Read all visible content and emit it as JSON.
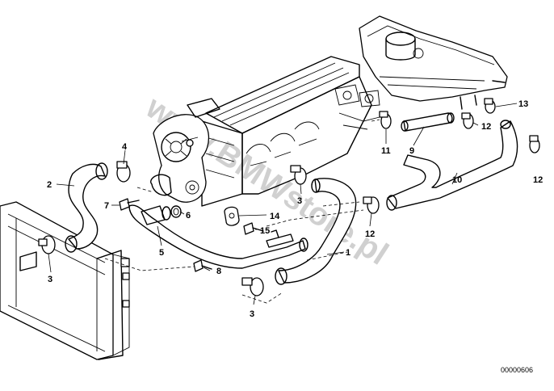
{
  "watermark": "www.BMWstore.pl",
  "reference_number": "00000606",
  "callouts": [
    {
      "id": "c1",
      "text": "1"
    },
    {
      "id": "c2",
      "text": "2"
    },
    {
      "id": "c3a",
      "text": "3"
    },
    {
      "id": "c3b",
      "text": "3"
    },
    {
      "id": "c3c",
      "text": "3"
    },
    {
      "id": "c4",
      "text": "4"
    },
    {
      "id": "c5",
      "text": "5"
    },
    {
      "id": "c6",
      "text": "6"
    },
    {
      "id": "c7",
      "text": "7"
    },
    {
      "id": "c8",
      "text": "8"
    },
    {
      "id": "c9",
      "text": "9"
    },
    {
      "id": "c10",
      "text": "10"
    },
    {
      "id": "c11",
      "text": "11"
    },
    {
      "id": "c12a",
      "text": "12"
    },
    {
      "id": "c12b",
      "text": "12"
    },
    {
      "id": "c12c",
      "text": "12"
    },
    {
      "id": "c13",
      "text": "13"
    },
    {
      "id": "c14",
      "text": "14"
    },
    {
      "id": "c15",
      "text": "15"
    }
  ]
}
